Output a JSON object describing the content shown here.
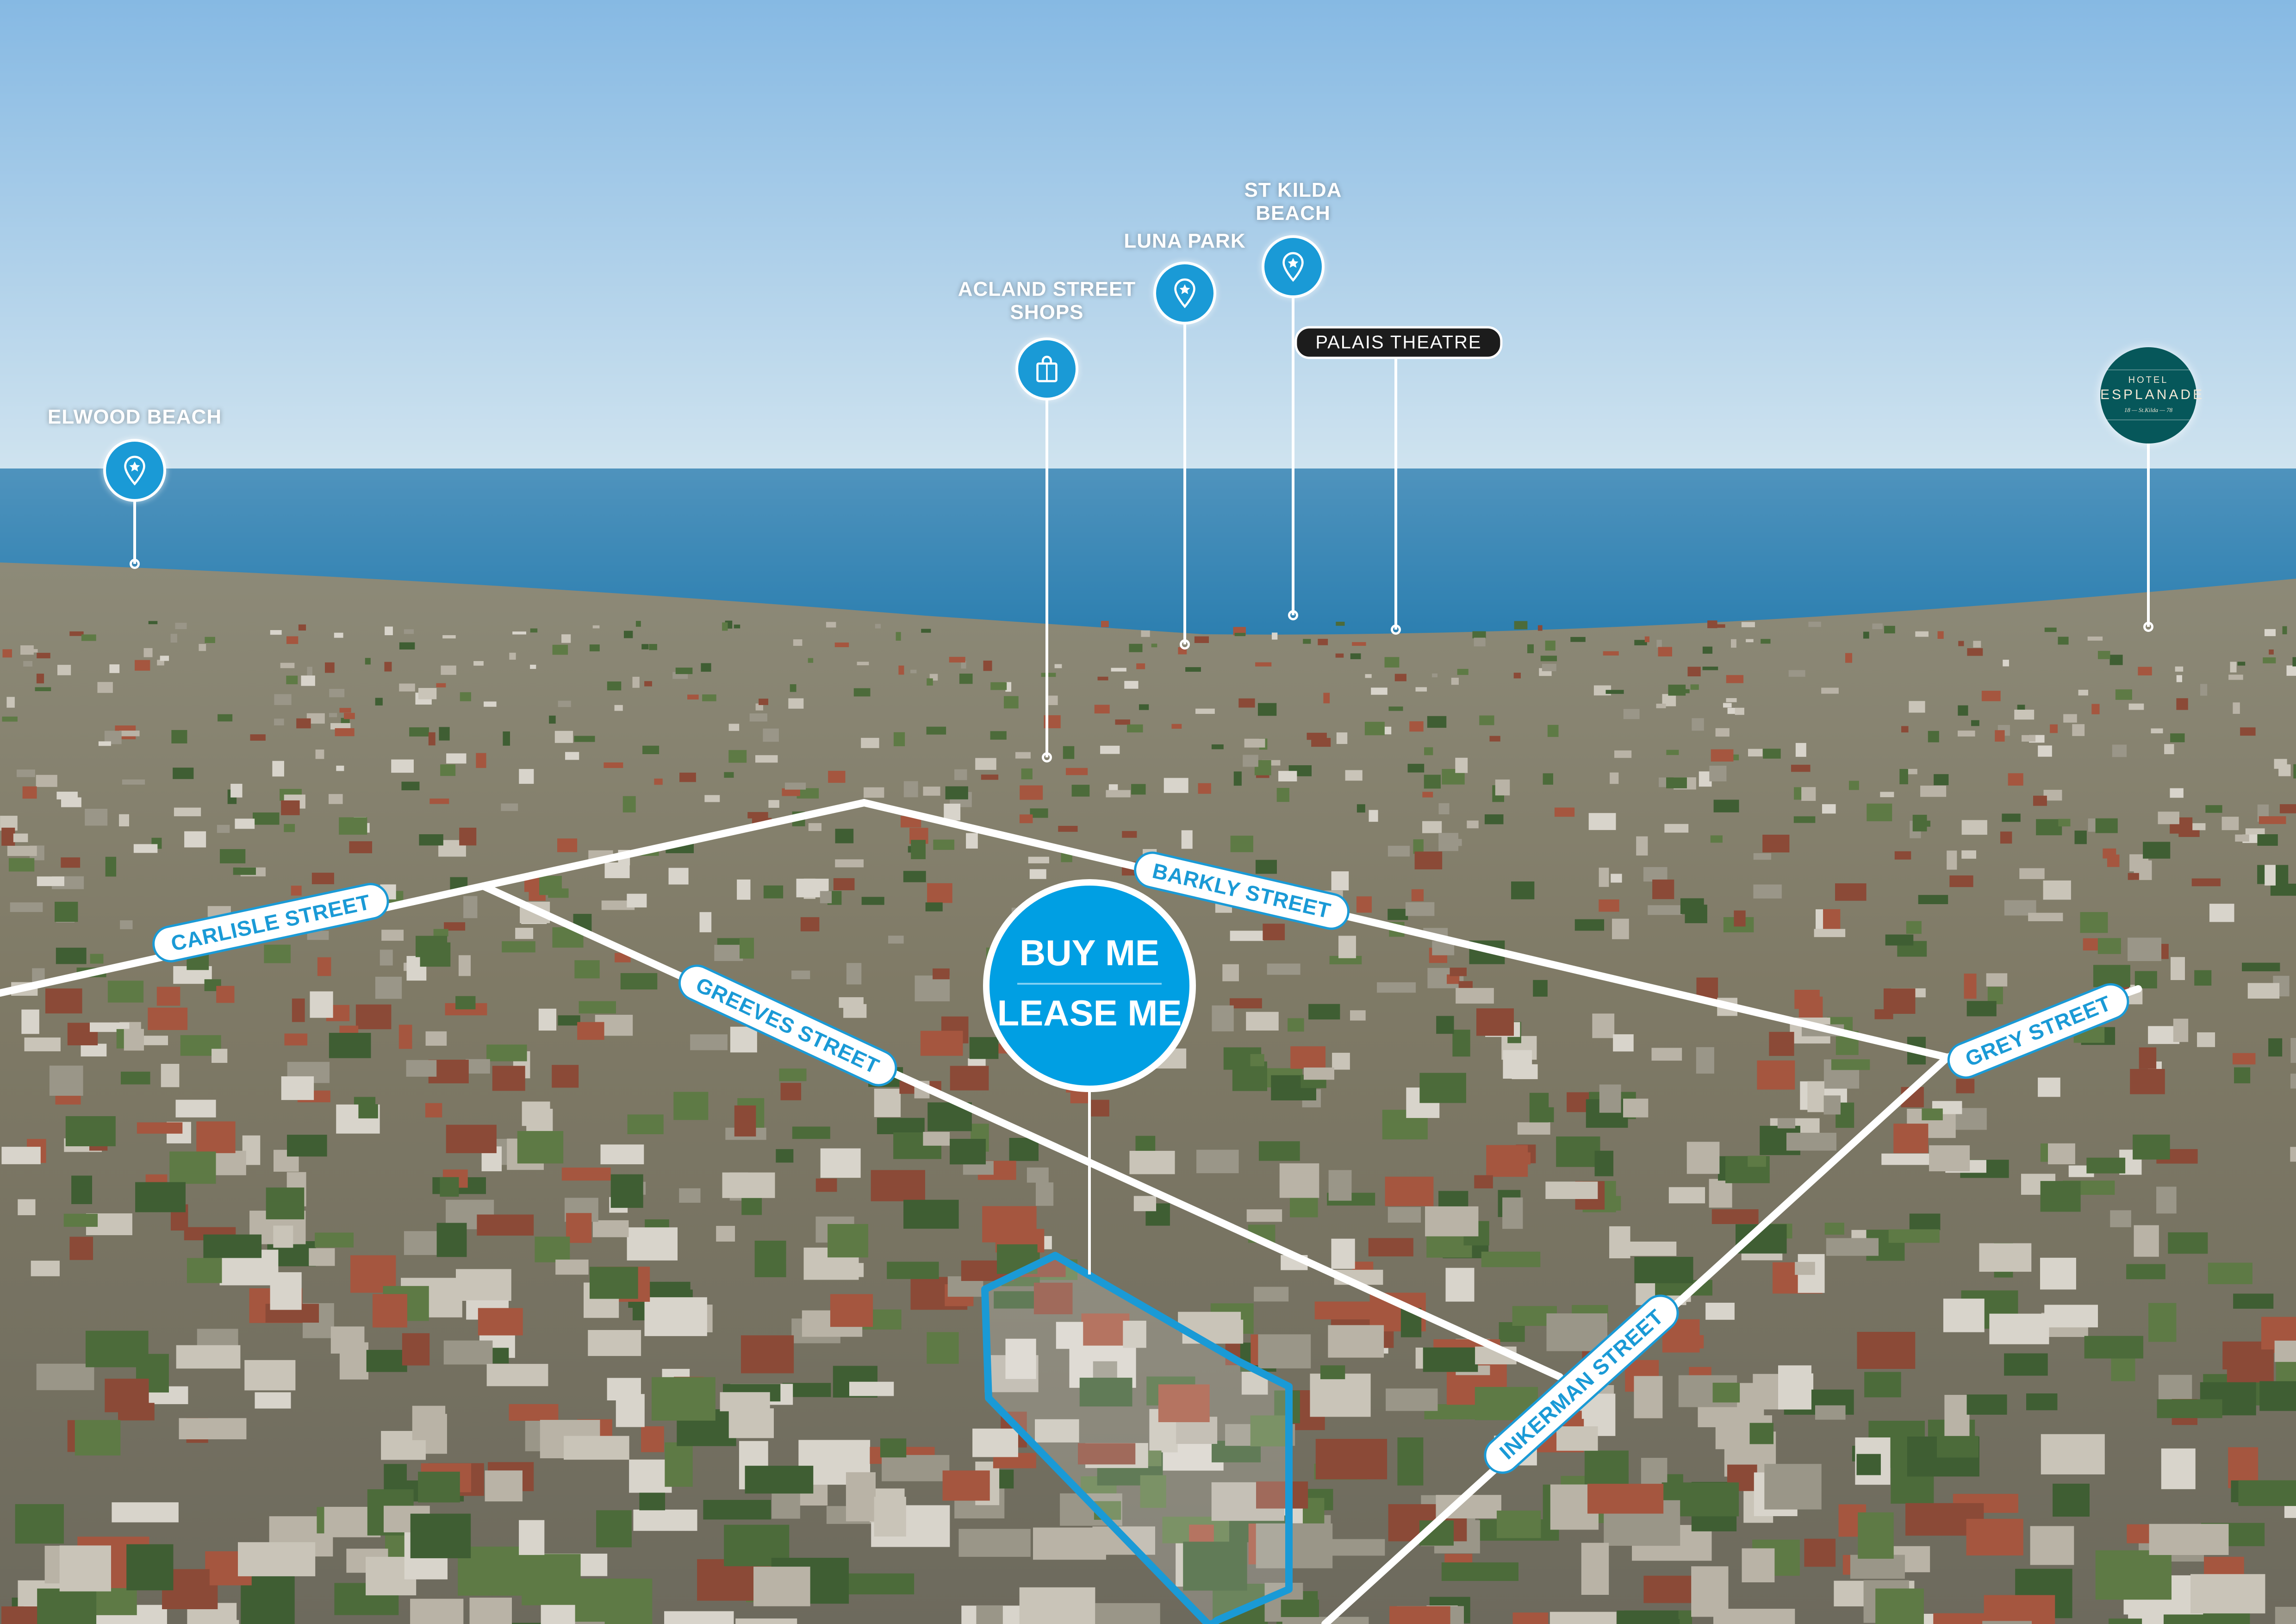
{
  "colors": {
    "accent": "#009fe3",
    "pin": "#1a9ad6",
    "hotel": "#06575a",
    "sky_top": "#8fbfe6",
    "sea": "#2f86b5"
  },
  "points_of_interest": [
    {
      "label": "ELWOOD BEACH",
      "icon": "location-star-icon"
    },
    {
      "label_line1": "ACLAND STREET",
      "label_line2": "SHOPS",
      "icon": "shopping-bag-icon"
    },
    {
      "label": "LUNA PARK",
      "icon": "location-star-icon"
    },
    {
      "label_line1": "ST KILDA",
      "label_line2": "BEACH",
      "icon": "location-star-icon"
    }
  ],
  "palais": {
    "label": "PALAIS THEATRE"
  },
  "hotel_logo": {
    "line1": "HOTEL",
    "line2": "ESPLANADE",
    "line3": "18 — St.Kilda — 78"
  },
  "streets": [
    "CARLISLE STREET",
    "BARKLY STREET",
    "GREEVES STREET",
    "GREY STREET",
    "INKERMAN STREET"
  ],
  "cta": {
    "line1": "BUY ME",
    "line2": "LEASE ME"
  }
}
